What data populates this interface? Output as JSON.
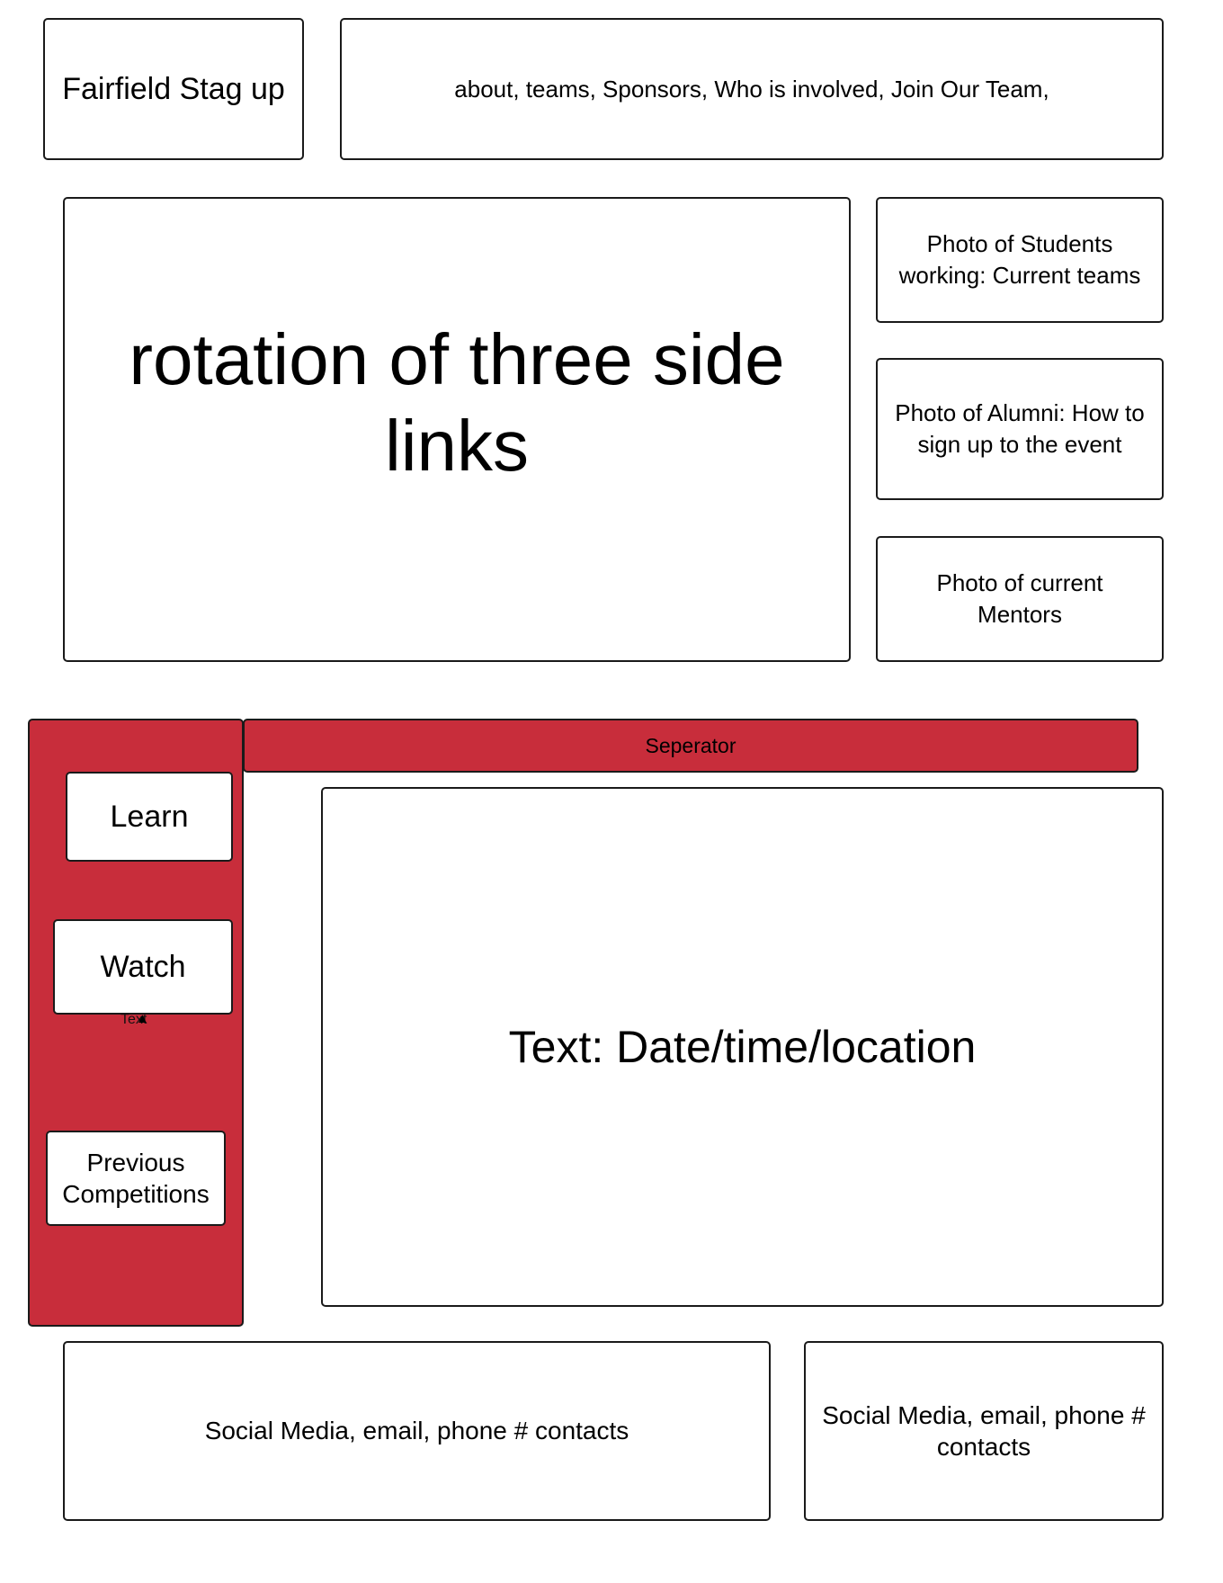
{
  "header": {
    "logo_text": "Fairfield Stag up",
    "nav_text": "about, teams, Sponsors, Who is involved, Join Our Team,"
  },
  "hero": {
    "main_text": "rotation of three side links",
    "side_boxes": [
      {
        "label": "Photo of Students working: Current teams"
      },
      {
        "label": "Photo of Alumni: How to sign up to the event"
      },
      {
        "label": "Photo of current Mentors"
      }
    ]
  },
  "separator": {
    "label": "Seperator"
  },
  "sidebar": {
    "buttons": [
      {
        "label": "Learn"
      },
      {
        "label": "Watch"
      },
      {
        "label": "Previous Competitions"
      }
    ],
    "tiny_label": "Text"
  },
  "content": {
    "main_text": "Text: Date/time/location"
  },
  "footer": {
    "left_text": "Social Media, email, phone # contacts",
    "right_text": "Social Media, email, phone # contacts"
  },
  "colors": {
    "accent_red": "#c82d3b",
    "border": "#1a1a1a"
  }
}
